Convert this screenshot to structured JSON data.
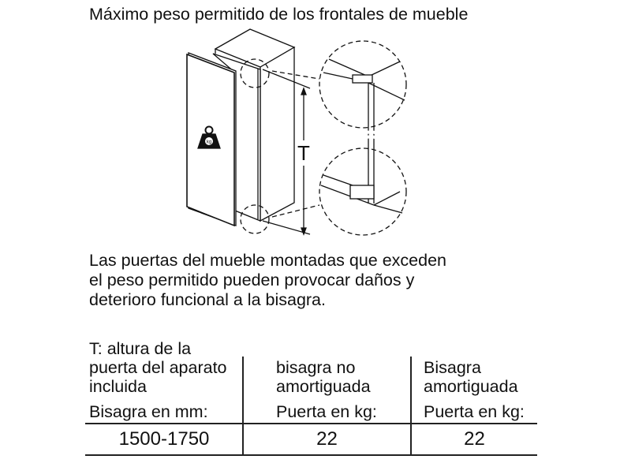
{
  "title": "Máximo peso permitido de los frontales de mueble",
  "diagram": {
    "height_label": "T",
    "weight_icon_label": "kg"
  },
  "warning": "Las puertas del mueble montadas que exceden\nel peso permitido pueden provocar daños y\ndeterioro funcional a la bisagra.",
  "table": {
    "headers": [
      {
        "title": "T: altura de la\npuerta del aparato\nincluida",
        "unit": "Bisagra en mm:"
      },
      {
        "title": "bisagra no\namortiguada",
        "unit": "Puerta en kg:"
      },
      {
        "title": "Bisagra\namortiguada",
        "unit": "Puerta en kg:"
      }
    ],
    "rows": [
      [
        "1500-1750",
        "22",
        "22"
      ]
    ]
  }
}
